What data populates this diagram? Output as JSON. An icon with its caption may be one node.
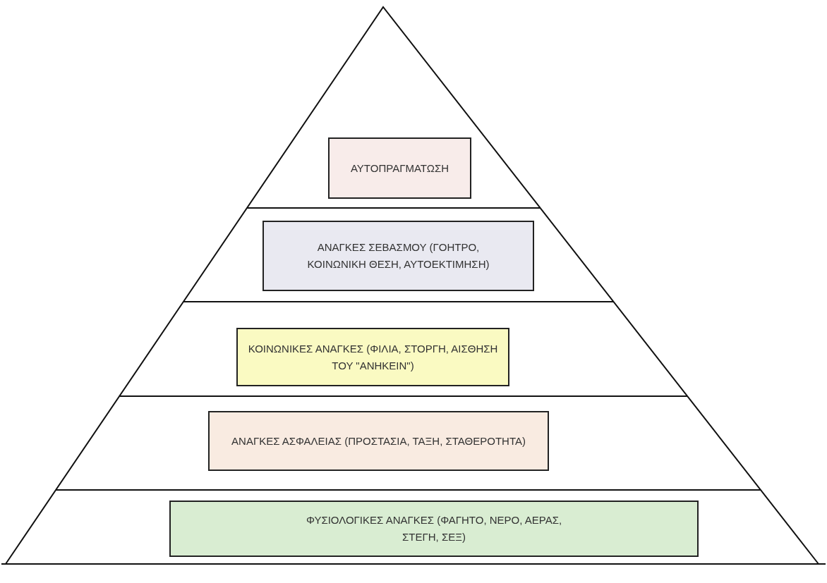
{
  "diagram": {
    "nodes": [
      {
        "text": [
          "ΑΥΤΟΠΡΑΓΜΑΤΩΣΗ"
        ]
      },
      {
        "text": [
          "ΑΝΑΓΚΕΣ ΣΕΒΑΣΜΟΥ (ΓΟΗΤΡΟ, ΚΟΙΝΩΝΙΚΗ ΘΕΣΗ, ΑΥΤΟΕΚΤΙΜΗΣΗ)"
        ]
      },
      {
        "text": [
          "ΚΟΙΝΩΝΙΚΕΣ ΑΝΑΓΚΕΣ (ΦΙΛΙΑ, ΣΤΟΡΓΗ, ΑΙΣΘΗΣΗ ΤΟΥ \"ΑΝΗΚΕΙΝ\")"
        ]
      },
      {
        "text": [
          "ΑΝΑΓΚΕΣ ΑΣΦΑΛΕΙΑΣ (ΠΡΟΣΤΑΣΙΑ, ΤΑΞΗ, ΣΤΑΘΕΡΟΤΗΤΑ)"
        ]
      },
      {
        "text": [
          "ΦΥΣΙΟΛΟΓΙΚΕΣ ΑΝΑΓΚΕΣ (ΦΑΓΗΤΟ, ΝΕΡΟ, ΑΕΡΑΣ, ΣΤΕΓΗ, ΣΕΞ)"
        ]
      }
    ]
  }
}
